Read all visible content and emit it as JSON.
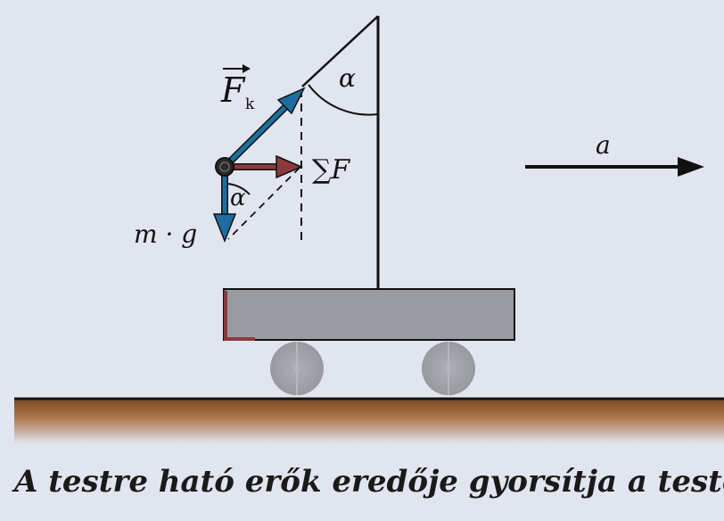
{
  "labels": {
    "tension_force": "F",
    "tension_subscript": "k",
    "angle_top": "α",
    "angle_bottom": "α",
    "net_force": "∑F",
    "weight": "m · g",
    "acceleration": "a"
  },
  "caption": "A testre ható erők eredője gyorsítja a testet",
  "colors": {
    "background": "#e1e5ef",
    "tension_arrow": "#1f6d9e",
    "weight_arrow": "#1f6d9e",
    "net_force_arrow": "#8a3a3c",
    "cart_body": "#9a9ca2",
    "cart_edge": "#8a3a3c",
    "wheel": "#9a9ca2",
    "ground_top": "#7a4a26",
    "ground_bottom": "#e1e5ef"
  }
}
